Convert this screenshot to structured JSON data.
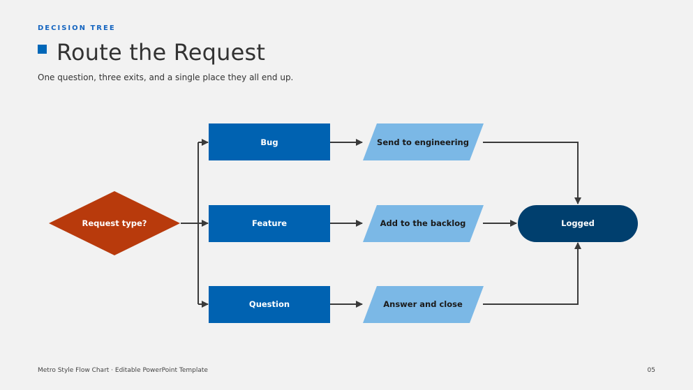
{
  "header": {
    "eyebrow": "DECISION TREE",
    "title": "Route the Request",
    "subtitle": "One question, three exits, and a single place they all end up."
  },
  "diagram": {
    "decision": {
      "label": "Request type?",
      "color": "#b83a0c"
    },
    "branches": [
      {
        "label": "Bug",
        "action": "Send to engineering"
      },
      {
        "label": "Feature",
        "action": "Add to the backlog"
      },
      {
        "label": "Question",
        "action": "Answer and close"
      }
    ],
    "terminal": {
      "label": "Logged",
      "color": "#003f6e"
    },
    "colors": {
      "branch": "#0062b1",
      "action": "#7bb8e6",
      "arrow": "#3a3a3a",
      "branch_text": "#ffffff",
      "action_text": "#1a1a1a"
    }
  },
  "footer": {
    "left": "Metro Style Flow Chart · Editable PowerPoint Template",
    "page": "05"
  }
}
